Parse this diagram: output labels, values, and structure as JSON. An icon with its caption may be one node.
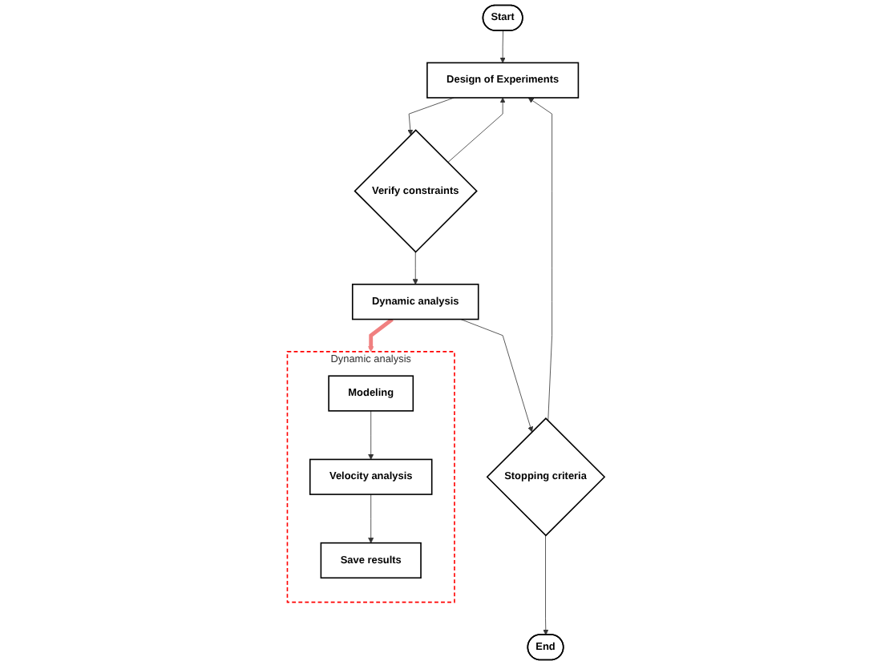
{
  "diagram": {
    "nodes": [
      {
        "text": [
          "Start"
        ]
      },
      {
        "text": [
          "Design of Experiments"
        ]
      },
      {
        "text": [
          "Verify constraints"
        ]
      },
      {
        "text": [
          "Dynamic analysis"
        ]
      },
      {
        "text": [
          "Stopping criteria"
        ]
      },
      {
        "text": [
          "End"
        ]
      },
      {
        "text": [
          "Dynamic analysis"
        ]
      },
      {
        "text": [
          "Modeling"
        ],
        "in": 6
      },
      {
        "text": [
          "Velocity analysis"
        ],
        "in": 6
      },
      {
        "text": [
          "Save results"
        ],
        "in": 6
      }
    ],
    "edges": [
      {
        "from": 0,
        "to": 1,
        "arrow": "to"
      },
      {
        "from": 1,
        "to": 2,
        "arrow": "to"
      },
      {
        "from": 2,
        "to": 1,
        "arrow": "to"
      },
      {
        "from": 2,
        "to": 3,
        "arrow": "to"
      },
      {
        "from": 3,
        "to": 4,
        "arrow": "to"
      },
      {
        "from": 4,
        "to": 1,
        "arrow": "to"
      },
      {
        "from": 4,
        "to": 5,
        "arrow": "to"
      },
      {
        "from": 3,
        "to": 6,
        "arrow": "to",
        "style": "thick",
        "color": "#f08080"
      },
      {
        "from": 7,
        "to": 8,
        "arrow": "to"
      },
      {
        "from": 8,
        "to": 9,
        "arrow": "to"
      }
    ]
  }
}
